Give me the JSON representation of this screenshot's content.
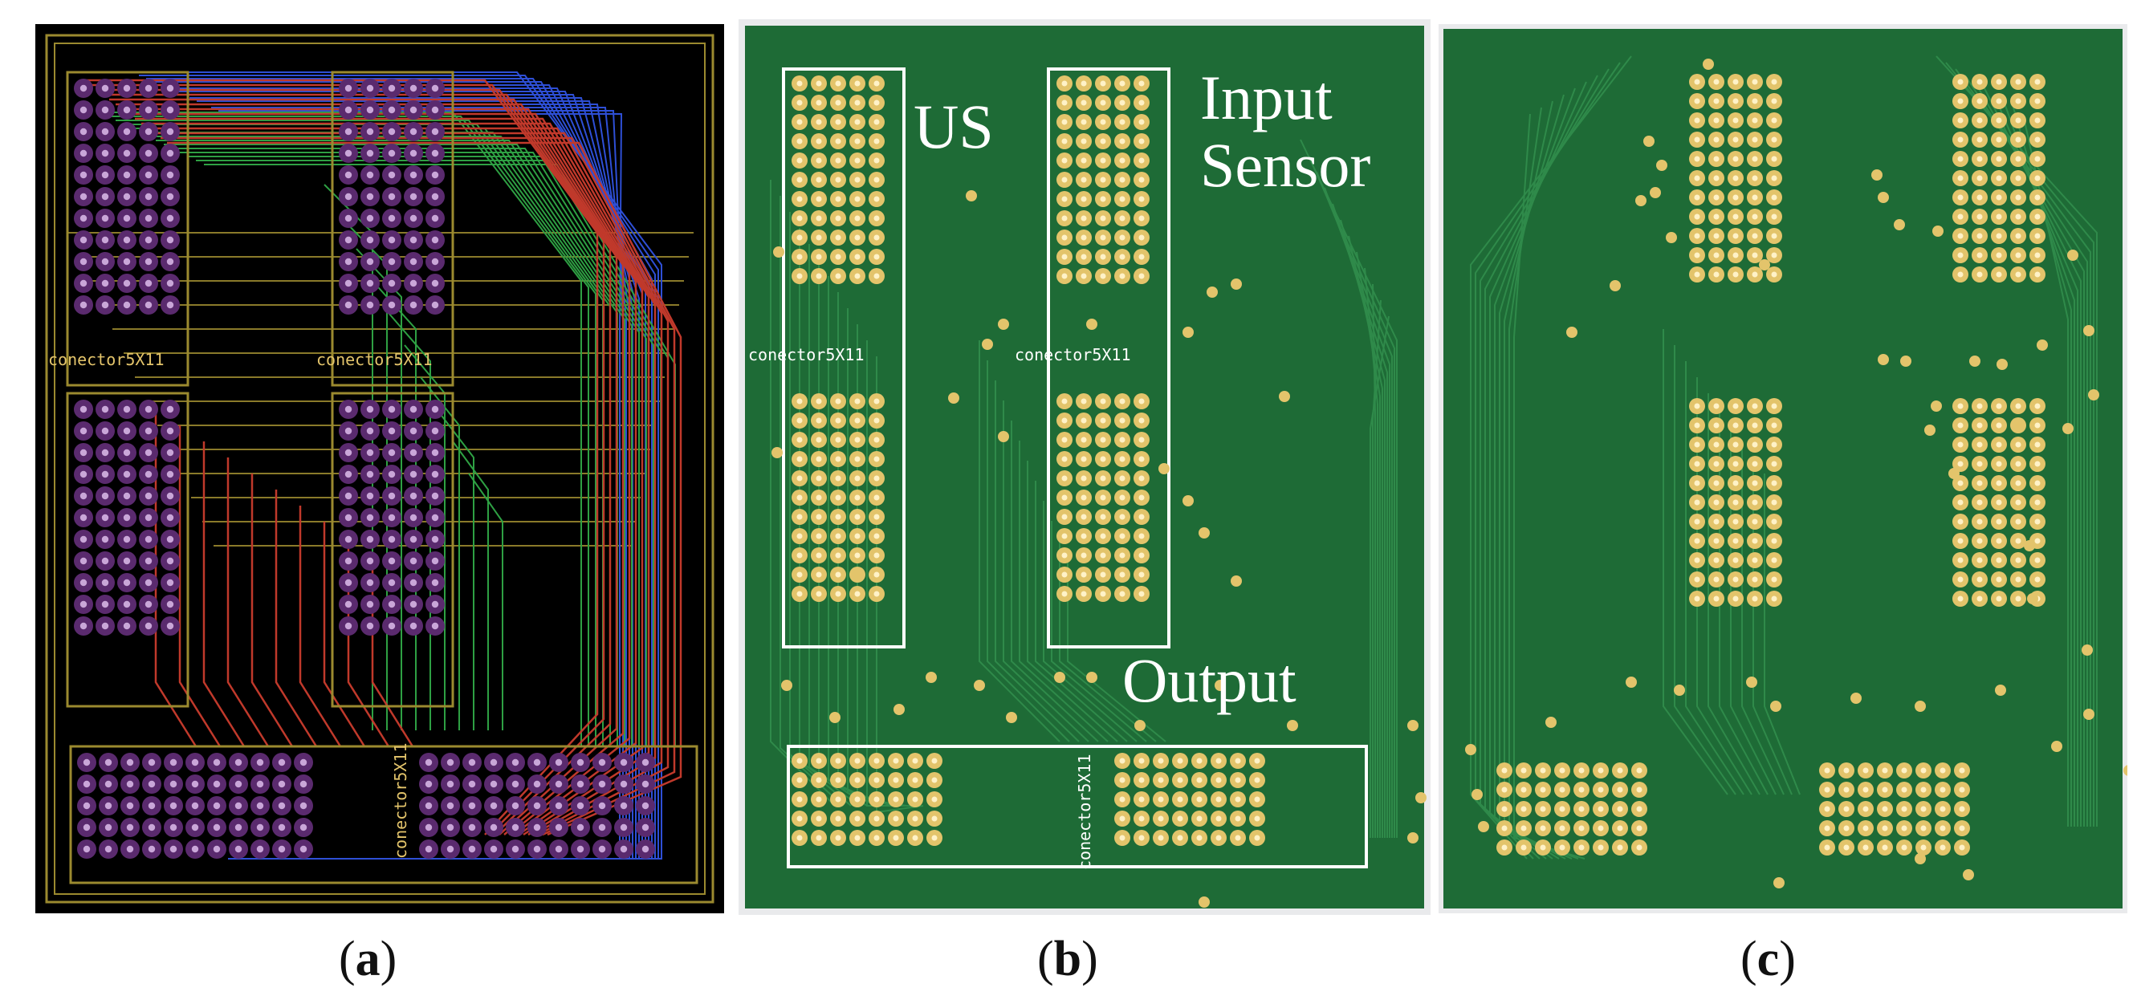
{
  "panels": {
    "a": {
      "caption_letter": "a",
      "silkscreen": [
        "conector5X11",
        "conector5X11",
        "conector5X11"
      ]
    },
    "b": {
      "caption_letter": "b",
      "labels": {
        "us": "US",
        "input_sensor": "Input\nSensor",
        "output": "Output"
      },
      "silkscreen": [
        "conector5X11",
        "conector5X11",
        "conector5X11"
      ]
    },
    "c": {
      "caption_letter": "c"
    }
  },
  "colors": {
    "board_green": "#1e6b36",
    "pad_gold": "#e3c46b",
    "pad_purple": "#5a2a6e",
    "trace_red": "#c0392b",
    "trace_green": "#2ea043",
    "trace_blue": "#2e4fd6",
    "trace_olive": "#8a7a2a",
    "outline": "#9b8a2f"
  }
}
